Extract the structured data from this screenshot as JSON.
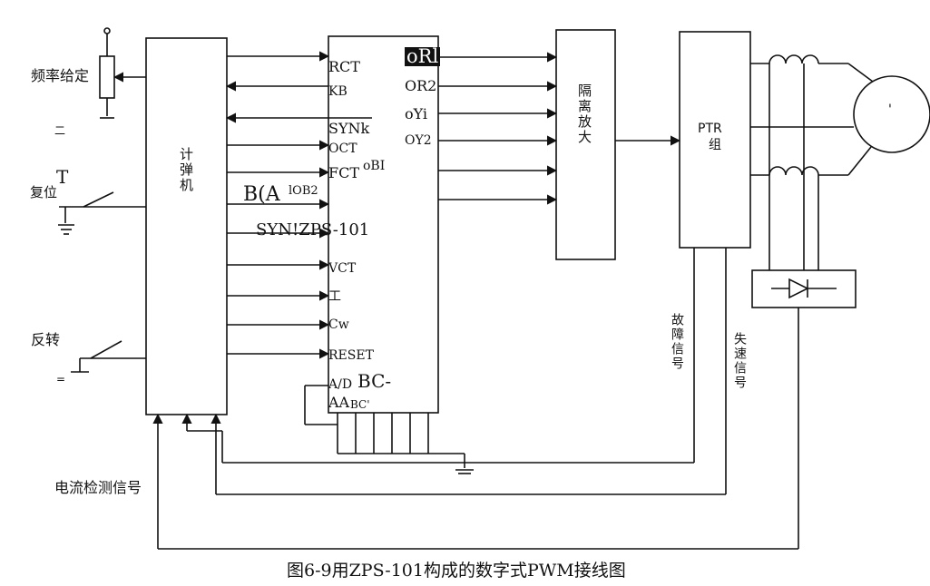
{
  "labels": {
    "freq_set": "频率给定",
    "reset": "复位",
    "reset_t": "T",
    "reverse": "反转",
    "current_detect": "电流检测信号",
    "fault_signal": "故障信号",
    "stall_signal": "失速信号",
    "computer": "计弹机",
    "isolation_amp": "隔离放大",
    "ptr_top": "PTR",
    "ptr_bottom": "组",
    "motor_mark": "'",
    "dash_a": "二",
    "dash_b": "=",
    "dash_c": "="
  },
  "zps_left_pins": [
    "RCT",
    "KB",
    "SYNk",
    "OCT",
    "FCT",
    "VCT",
    "工",
    "Cw",
    "RESET",
    "A/D",
    "AA"
  ],
  "zps_inline": {
    "fct_sup": "oBI",
    "bca_big": "B(A",
    "bca_sup": "lOB2",
    "syn_zps": "SYN!ZPS-101",
    "ad_big": "BC-",
    "aa_small": "BC'"
  },
  "zps_right_pins": [
    "oRl",
    "OR2",
    "oYi",
    "OY2"
  ],
  "caption": "图6-9用ZPS-101构成的数字式PWM接线图"
}
